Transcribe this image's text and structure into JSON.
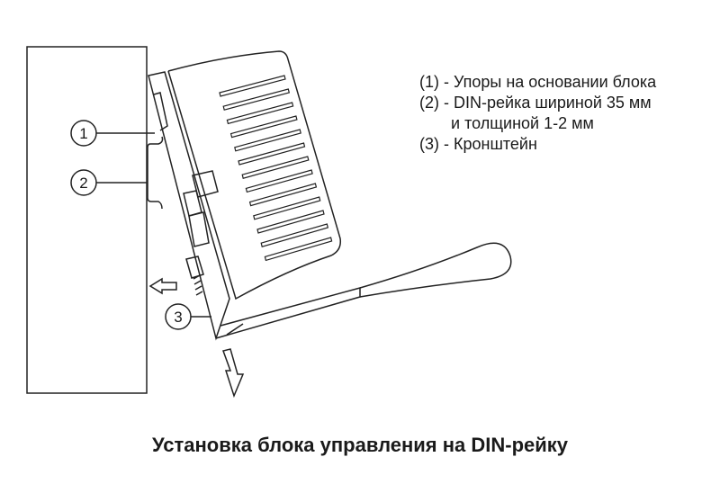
{
  "callouts": [
    "1",
    "2",
    "3"
  ],
  "legend": [
    "(1) - Упоры на основании блока",
    "(2) - DIN-рейка шириной 35 мм",
    "       и толщиной 1-2 мм",
    "(3) - Кронштейн"
  ],
  "title": "Установка блока управления на  DIN-рейку"
}
